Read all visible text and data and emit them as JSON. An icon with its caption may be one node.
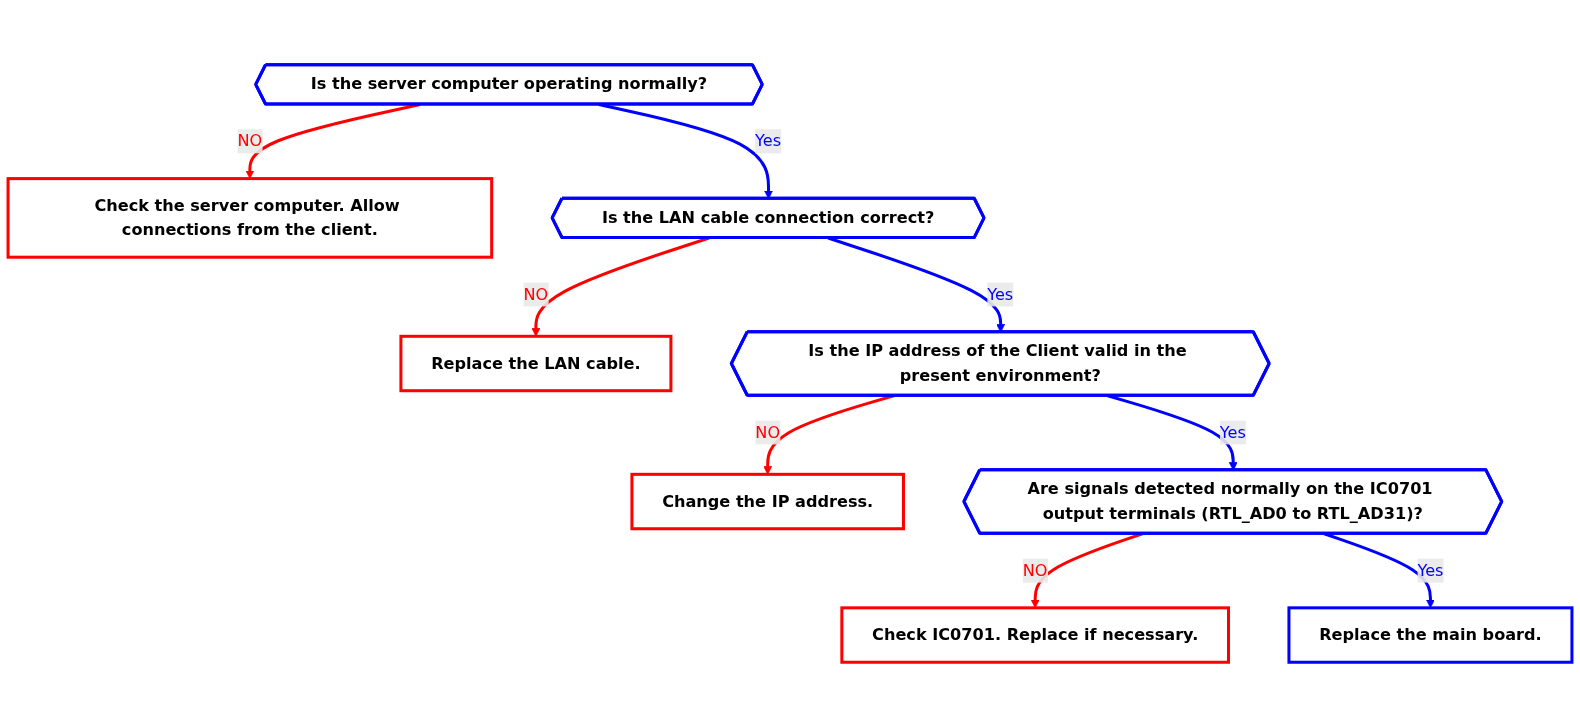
{
  "diagram": {
    "nodes": [
      {
        "text": [
          "Is the server computer operating normally?"
        ]
      },
      {
        "text": [
          "Check the server computer. Allow connections from the client."
        ]
      },
      {
        "text": [
          "Is the LAN cable connection correct?"
        ]
      },
      {
        "text": [
          "Replace the LAN cable."
        ]
      },
      {
        "text": [
          "Is the IP address of the Client valid in the present environment?"
        ]
      },
      {
        "text": [
          "Change the IP address."
        ]
      },
      {
        "text": [
          "Are signals detected normally on the IC0701 output terminals (RTL_AD0 to RTL_AD31)?"
        ]
      },
      {
        "text": [
          "Check IC0701. Replace if necessary."
        ]
      },
      {
        "text": [
          "Replace the main board."
        ]
      }
    ],
    "edges": [
      {
        "from": 0,
        "to": 1,
        "arrow": "to",
        "label": "NO",
        "color": "#ff0000"
      },
      {
        "from": 0,
        "to": 2,
        "arrow": "to",
        "label": "Yes",
        "color": "#0000ff"
      },
      {
        "from": 2,
        "to": 3,
        "arrow": "to",
        "label": "NO",
        "color": "#ff0000"
      },
      {
        "from": 2,
        "to": 4,
        "arrow": "to",
        "label": "Yes",
        "color": "#0000ff"
      },
      {
        "from": 4,
        "to": 5,
        "arrow": "to",
        "label": "NO",
        "color": "#ff0000"
      },
      {
        "from": 4,
        "to": 6,
        "arrow": "to",
        "label": "Yes",
        "color": "#0000ff"
      },
      {
        "from": 6,
        "to": 7,
        "arrow": "to",
        "label": "NO",
        "color": "#ff0000"
      },
      {
        "from": 6,
        "to": 8,
        "arrow": "to",
        "label": "Yes",
        "color": "#0000ff"
      }
    ]
  }
}
